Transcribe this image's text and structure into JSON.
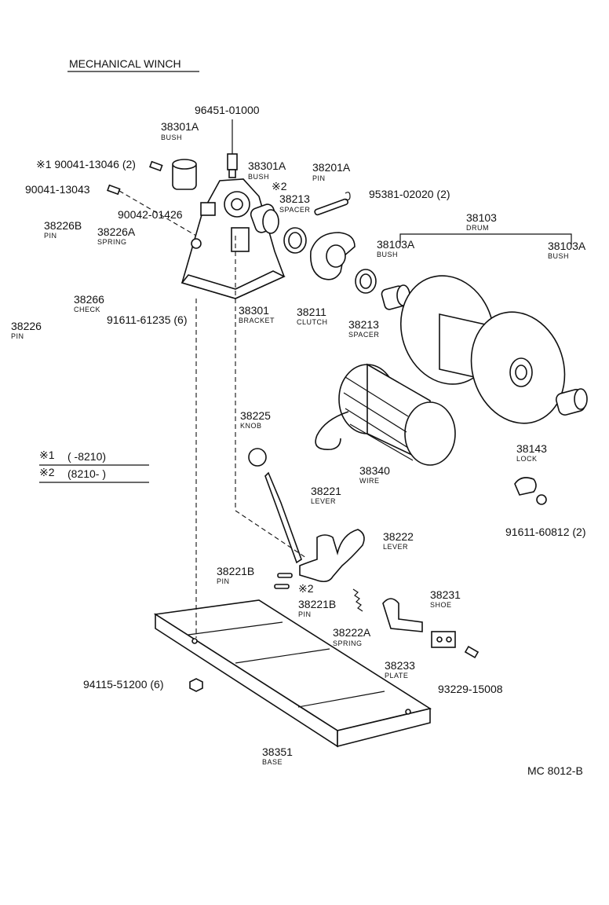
{
  "title": "MECHANICAL WINCH",
  "diagram_code": "MC 8012-B",
  "notes": [
    {
      "mark": "※1",
      "range": "(        -8210)"
    },
    {
      "mark": "※2",
      "range": "(8210-          )"
    }
  ],
  "callouts": {
    "p96451": {
      "num": "96451-01000"
    },
    "p38301A_1": {
      "num": "38301A",
      "name": "BUSH"
    },
    "p90041_13046": {
      "num": "※1 90041-13046 (2)"
    },
    "p90041_13043": {
      "num": "90041-13043"
    },
    "p38301A_2": {
      "num": "38301A",
      "name": "BUSH"
    },
    "mark2_top": {
      "num": "※2"
    },
    "p38201A": {
      "num": "38201A",
      "name": "PIN"
    },
    "p95381": {
      "num": "95381-02020 (2)"
    },
    "p38213_1": {
      "num": "38213",
      "name": "SPACER"
    },
    "p90042": {
      "num": "90042-01426"
    },
    "p38226B": {
      "num": "38226B",
      "name": "PIN"
    },
    "p38226A": {
      "num": "38226A",
      "name": "SPRING"
    },
    "p38266": {
      "num": "38266",
      "name": "CHECK"
    },
    "p38226": {
      "num": "38226",
      "name": "PIN"
    },
    "p91611_61235": {
      "num": "91611-61235 (6)"
    },
    "p38301": {
      "num": "38301",
      "name": "BRACKET"
    },
    "p38211": {
      "num": "38211",
      "name": "CLUTCH"
    },
    "p38213_2": {
      "num": "38213",
      "name": "SPACER"
    },
    "p38103": {
      "num": "38103",
      "name": "DRUM"
    },
    "p38103A_1": {
      "num": "38103A",
      "name": "BUSH"
    },
    "p38103A_2": {
      "num": "38103A",
      "name": "BUSH"
    },
    "p38225": {
      "num": "38225",
      "name": "KNOB"
    },
    "p38340": {
      "num": "38340",
      "name": "WIRE"
    },
    "p38143": {
      "num": "38143",
      "name": "LOCK"
    },
    "p91611_60812": {
      "num": "91611-60812 (2)"
    },
    "p38221": {
      "num": "38221",
      "name": "LEVER"
    },
    "p38222": {
      "num": "38222",
      "name": "LEVER"
    },
    "p38221B_1": {
      "num": "38221B",
      "name": "PIN"
    },
    "mark2_low": {
      "num": "※2"
    },
    "p38221B_2": {
      "num": "38221B",
      "name": "PIN"
    },
    "p38231": {
      "num": "38231",
      "name": "SHOE"
    },
    "p38222A": {
      "num": "38222A",
      "name": "SPRING"
    },
    "p38233": {
      "num": "38233",
      "name": "PLATE"
    },
    "p93229": {
      "num": "93229-15008"
    },
    "p94115": {
      "num": "94115-51200 (6)"
    },
    "p38351": {
      "num": "38351",
      "name": "BASE"
    }
  }
}
